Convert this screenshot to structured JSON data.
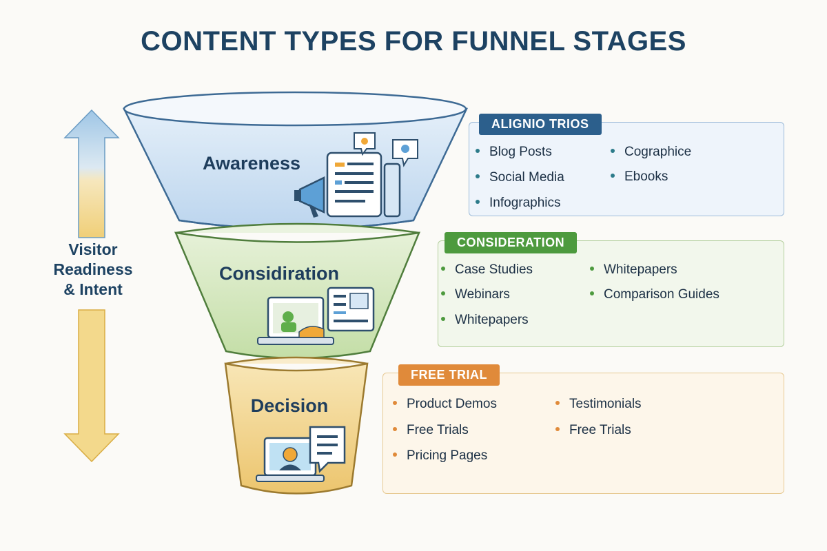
{
  "title": "CONTENT TYPES FOR FUNNEL STAGES",
  "side_label": {
    "line1": "Visitor",
    "line2": "Readiness",
    "line3": "& Intent"
  },
  "stages": {
    "awareness": {
      "label": "Awareness",
      "tag": "ALIGNIO TRIOS",
      "items": [
        "Blog Posts",
        "Social Media",
        "Infographics",
        "Cographice",
        "Ebooks"
      ],
      "colors": {
        "fill": "#cfe1f3",
        "stroke": "#3d6a94",
        "tag": "#2c5f8c"
      }
    },
    "consideration": {
      "label": "Considiration",
      "tag": "CONSIDERATION",
      "items": [
        "Case Studies",
        "Webinars",
        "Whitepapers",
        "Whitepapers",
        "Comparison Guides"
      ],
      "colors": {
        "fill": "#d5e8bf",
        "stroke": "#4f7d3c",
        "tag": "#4d9a3e"
      }
    },
    "decision": {
      "label": "Decision",
      "tag": "FREE TRIAL",
      "items": [
        "Product Demos",
        "Free Trials",
        "Pricing Pages",
        "Testimonials",
        "Free Trials"
      ],
      "colors": {
        "fill": "#f1d48e",
        "stroke": "#9c7a2f",
        "tag": "#e08a3a"
      }
    }
  },
  "icons": {
    "awareness": [
      "megaphone-icon",
      "document-icon",
      "chat-bubble-icon",
      "phone-icon"
    ],
    "consideration": [
      "laptop-icon",
      "presenter-icon",
      "dashboard-icon"
    ],
    "decision": [
      "video-call-icon",
      "chat-bubble-icon",
      "calculator-icon"
    ]
  }
}
